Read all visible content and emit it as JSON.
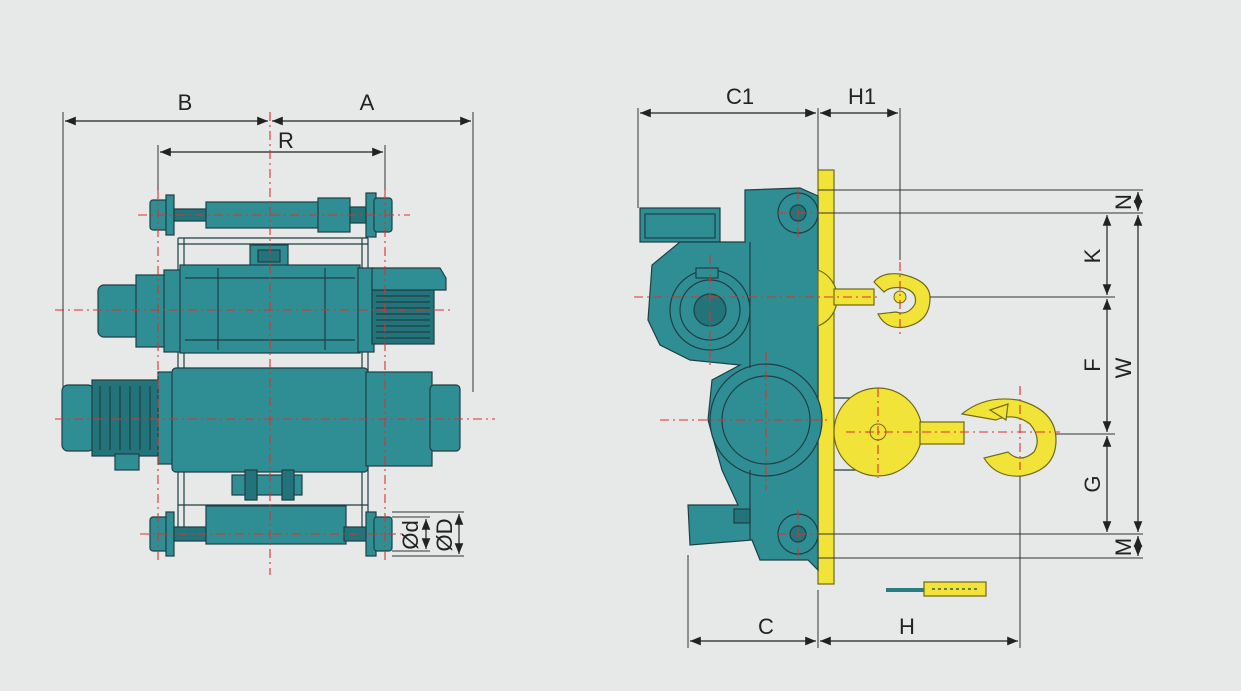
{
  "colors": {
    "background": "#e7e8e8",
    "body": "#2f8e94",
    "body_dark": "#23747a",
    "hook_plate": "#f2e338",
    "centerline": "#d8322e"
  },
  "left_view": {
    "labels": {
      "A": "A",
      "B": "B",
      "R": "R",
      "d": "Ød",
      "D": "ØD"
    }
  },
  "right_view": {
    "labels": {
      "C1": "C1",
      "H1": "H1",
      "C": "C",
      "H": "H",
      "N": "N",
      "K": "K",
      "F": "F",
      "W": "W",
      "G": "G",
      "M": "M"
    }
  }
}
